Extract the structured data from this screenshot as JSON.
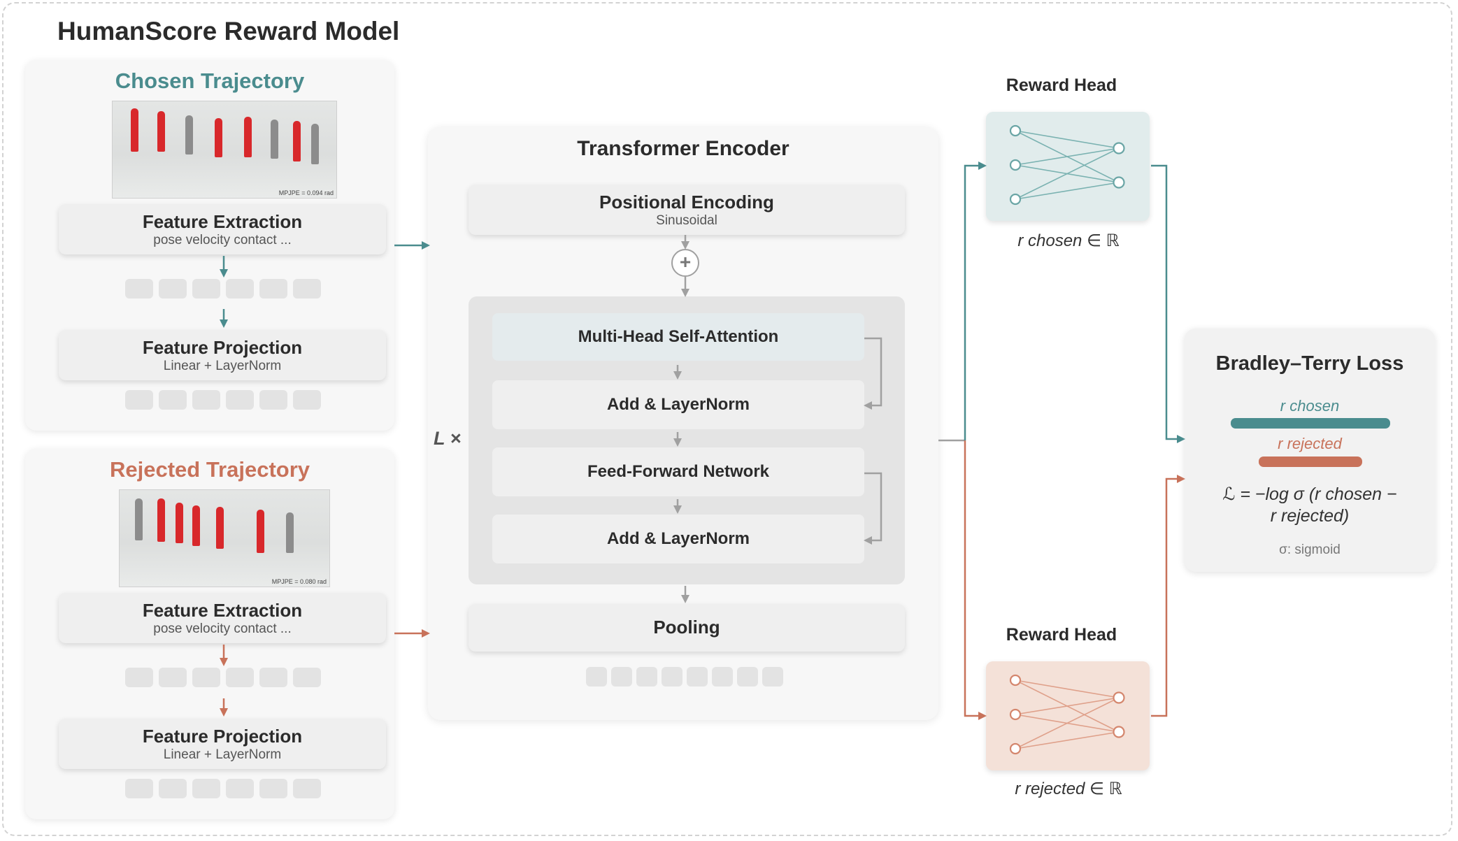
{
  "title": "HumanScore Reward Model",
  "chosen": {
    "title": "Chosen Trajectory",
    "mpjpe": "MPJPE = 0.094 rad",
    "feature_extraction": {
      "title": "Feature Extraction",
      "subtitle": "pose  velocity  contact ..."
    },
    "feature_projection": {
      "title": "Feature Projection",
      "subtitle": "Linear + LayerNorm"
    }
  },
  "rejected": {
    "title": "Rejected Trajectory",
    "mpjpe": "MPJPE = 0.080 rad",
    "feature_extraction": {
      "title": "Feature Extraction",
      "subtitle": "pose velocity contact ..."
    },
    "feature_projection": {
      "title": "Feature Projection",
      "subtitle": "Linear + LayerNorm"
    }
  },
  "encoder": {
    "title": "Transformer Encoder",
    "positional": {
      "title": "Positional Encoding",
      "subtitle": "Sinusoidal"
    },
    "plus": "+",
    "layer_repeat": "L ×",
    "mhsa": "Multi-Head Self-Attention",
    "add_norm_1": "Add & LayerNorm",
    "ffn": "Feed-Forward Network",
    "add_norm_2": "Add & LayerNorm",
    "pooling": "Pooling"
  },
  "reward_head_chosen": {
    "label": "Reward Head",
    "output": "r chosen ∈ ℝ"
  },
  "reward_head_rejected": {
    "label": "Reward Head",
    "output": "r rejected ∈ ℝ"
  },
  "loss": {
    "title": "Bradley–Terry Loss",
    "chosen_label": "r chosen",
    "rejected_label": "r rejected",
    "formula_line1": "ℒ = −log σ (r chosen −",
    "formula_line2": "r rejected)",
    "sigmoid_note": "σ: sigmoid"
  },
  "colors": {
    "chosen": "#4a8c8e",
    "rejected": "#c8725a",
    "neutral_arrow": "#a0a0a0",
    "figure_red": "#d8282b",
    "figure_gray": "#8c8c8c"
  }
}
